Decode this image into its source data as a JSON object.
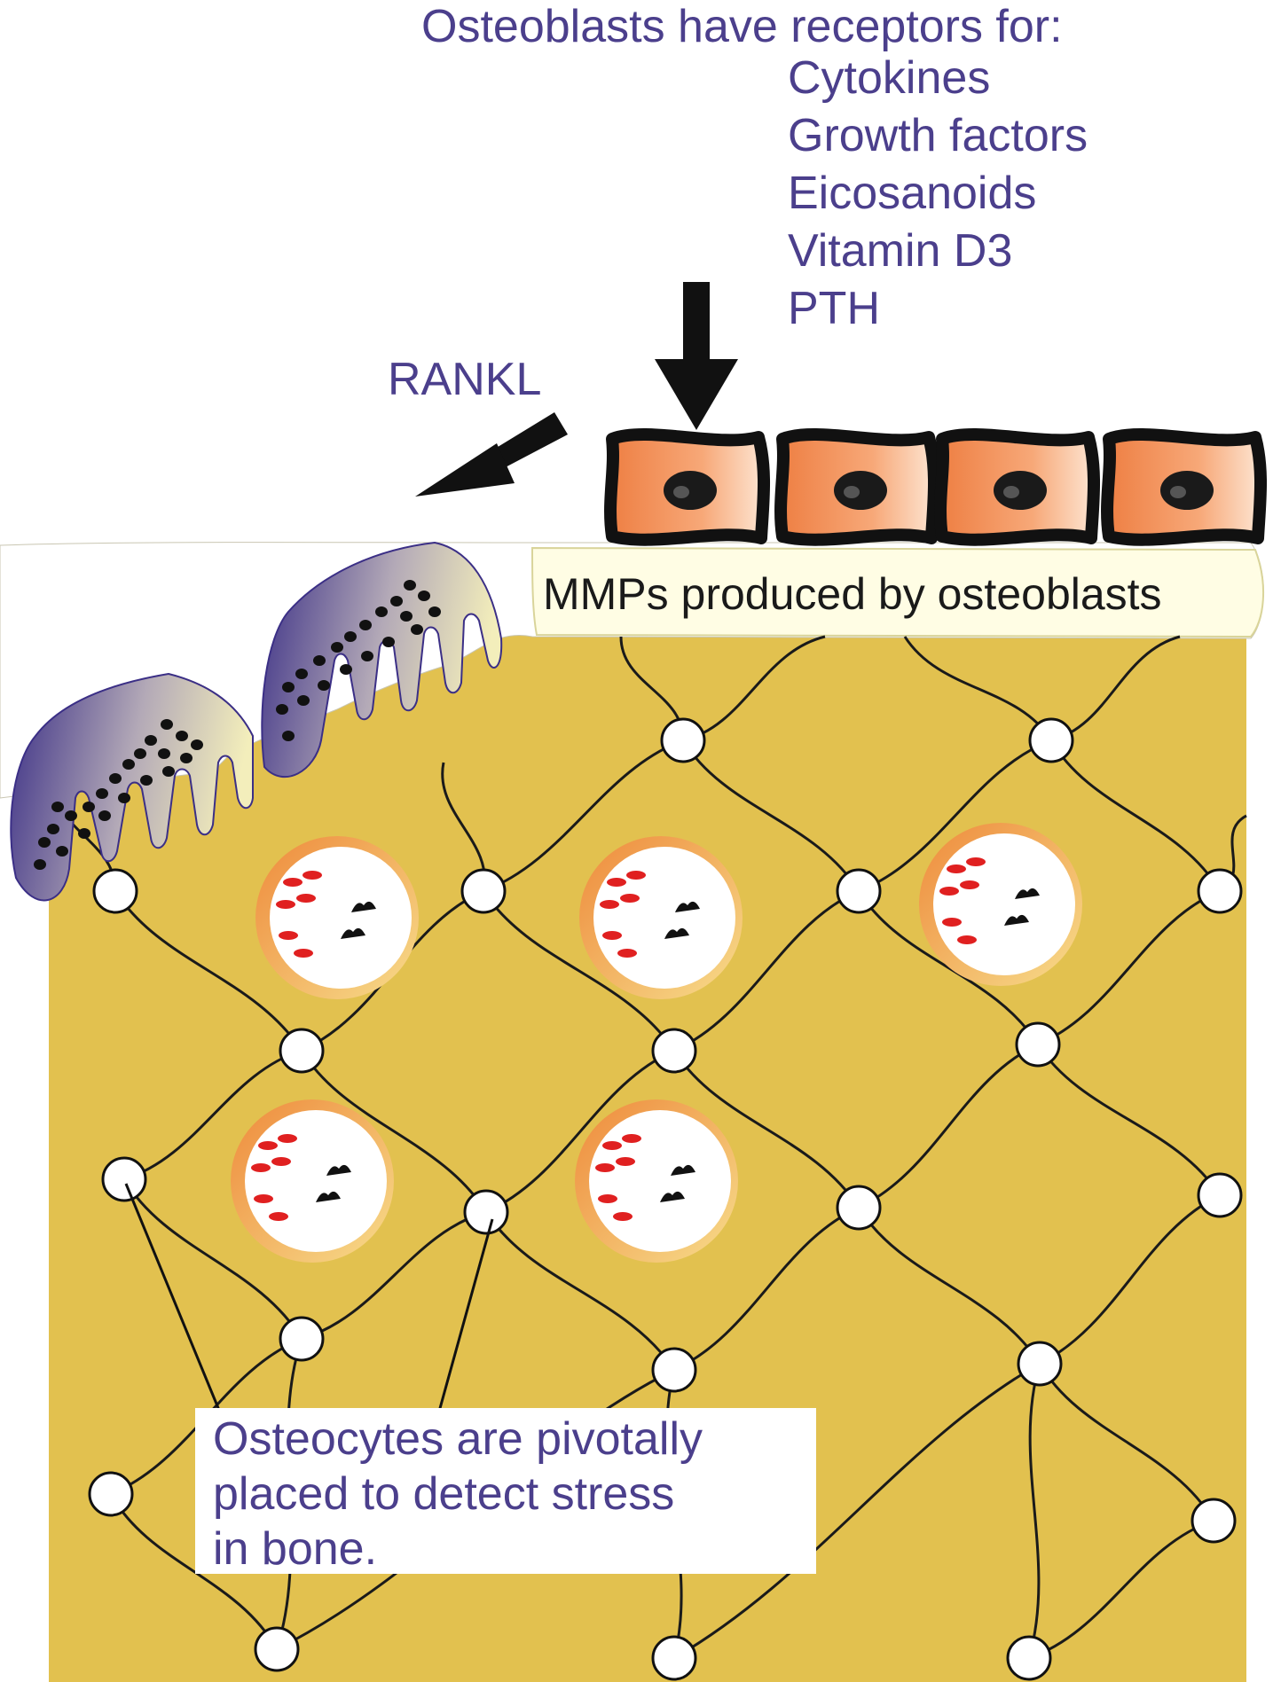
{
  "title": "Osteoblasts have receptors for:",
  "receptors": [
    "Cytokines",
    "Growth factors",
    "Eicosanoids",
    "Vitamin D3",
    "PTH"
  ],
  "rankl_label": "RANKL",
  "mmp_label": "MMPs produced by osteoblasts",
  "osteocyte_note": {
    "line1": "Osteocytes are pivotally",
    "line2": "placed to detect stress",
    "line3": "in bone."
  },
  "colors": {
    "label_text": "#4b3f8c",
    "bone_matrix": "#e2c14f",
    "osteoblast": "#f08a4b",
    "osteoclast": "#4a3d8f",
    "arrow": "#111111"
  },
  "icons": {
    "osteoblast": "osteoblast-cell-icon",
    "osteoclast": "osteoclast-cell-icon",
    "osteocyte": "osteocyte-lacuna-icon",
    "blood_vessel": "blood-vessel-icon"
  }
}
